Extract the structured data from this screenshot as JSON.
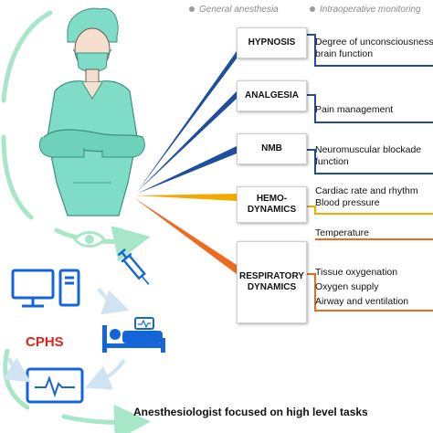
{
  "header": {
    "col1": "General anesthesia",
    "col2": "Intraoperative monitoring"
  },
  "categories": [
    {
      "label_lines": [
        "HYPNOSIS"
      ],
      "color": "#1f4e9c"
    },
    {
      "label_lines": [
        "ANALGESIA"
      ],
      "color": "#1f4e9c"
    },
    {
      "label_lines": [
        "NMB"
      ],
      "color": "#1f4e9c"
    },
    {
      "label_lines": [
        "HEMO-",
        "DYNAMICS"
      ],
      "color": "#f2a900"
    },
    {
      "label_lines": [
        "RESPIRATORY",
        "DYNAMICS"
      ],
      "color": "#ee6a1f"
    }
  ],
  "monitoring": [
    [
      "Degree of unconsciousness",
      "brain function"
    ],
    [
      "Pain management"
    ],
    [
      "Neuromuscular blockade",
      "function"
    ],
    [
      "Cardiac rate and rhythm",
      "Blood pressure"
    ],
    [
      "Temperature"
    ],
    [
      "Tissue oxygenation",
      "Oxygen supply",
      "Airway and ventilation"
    ]
  ],
  "cphs_label": "CPHS",
  "footer_text": "Anesthesiologist focused on high level tasks",
  "icons": [
    "anesthesiologist-figure",
    "eye-icon",
    "computer-icon",
    "syringe-icon",
    "patient-bed-icon",
    "monitor-icon"
  ],
  "colors": {
    "loop": "#a8e6c8",
    "blue": "#1f4e9c",
    "icon_blue": "#1565d8",
    "yellow": "#f2a900",
    "orange": "#ee6a1f",
    "cphs": "#e3241b"
  }
}
